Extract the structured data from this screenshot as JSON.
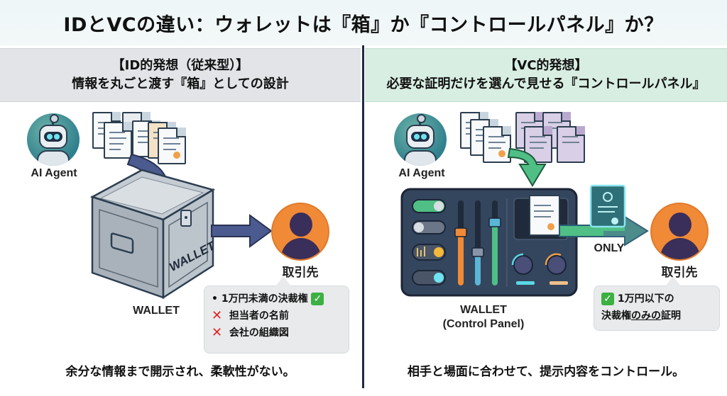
{
  "title": "IDとVCの違い：ウォレットは『箱』か『コントロールパネル』か？",
  "left": {
    "heading_line1": "【ID的発想（従来型）】",
    "heading_line2": "情報を丸ごと渡す『箱』としての設計",
    "agent_label": "AI Agent",
    "wallet_box_text": "WALLET",
    "wallet_label": "WALLET",
    "recipient_label": "取引先",
    "callout": {
      "items": [
        {
          "status": "allowed",
          "bullet": "•",
          "text": "1万円未満の決裁権",
          "icon": "check-icon"
        },
        {
          "status": "denied",
          "text": "担当者の名前",
          "icon": "cross-icon"
        },
        {
          "status": "denied",
          "text": "会社の組織図",
          "icon": "cross-icon"
        }
      ]
    },
    "footer": "余分な情報まで開示され、柔軟性がない。",
    "band_color": "#e2e4e8"
  },
  "right": {
    "heading_line1": "【VC的発想】",
    "heading_line2": "必要な証明だけを選んで見せる『コントロールパネル』",
    "agent_label": "AI Agent",
    "wallet_label_line1": "WALLET",
    "wallet_label_line2": "(Control Panel)",
    "only_label": "ONLY",
    "recipient_label": "取引先",
    "callout": {
      "line1": "1万円以下の",
      "line2_prefix": "決裁権",
      "line2_underlined": "のみの",
      "line2_suffix": "証明",
      "icon": "check-icon"
    },
    "footer": "相手と場面に合わせて、提示内容をコントロール。",
    "band_color": "#d8eee2"
  },
  "icons": {
    "check": "✓",
    "cross": "✕"
  },
  "colors": {
    "divider": "#1c2b45",
    "arrow_blue": "#4b5a8f",
    "arrow_green": "#4fbf85",
    "person_orange": "#f08a36",
    "check_green": "#3cb043",
    "cross_red": "#e02020"
  }
}
